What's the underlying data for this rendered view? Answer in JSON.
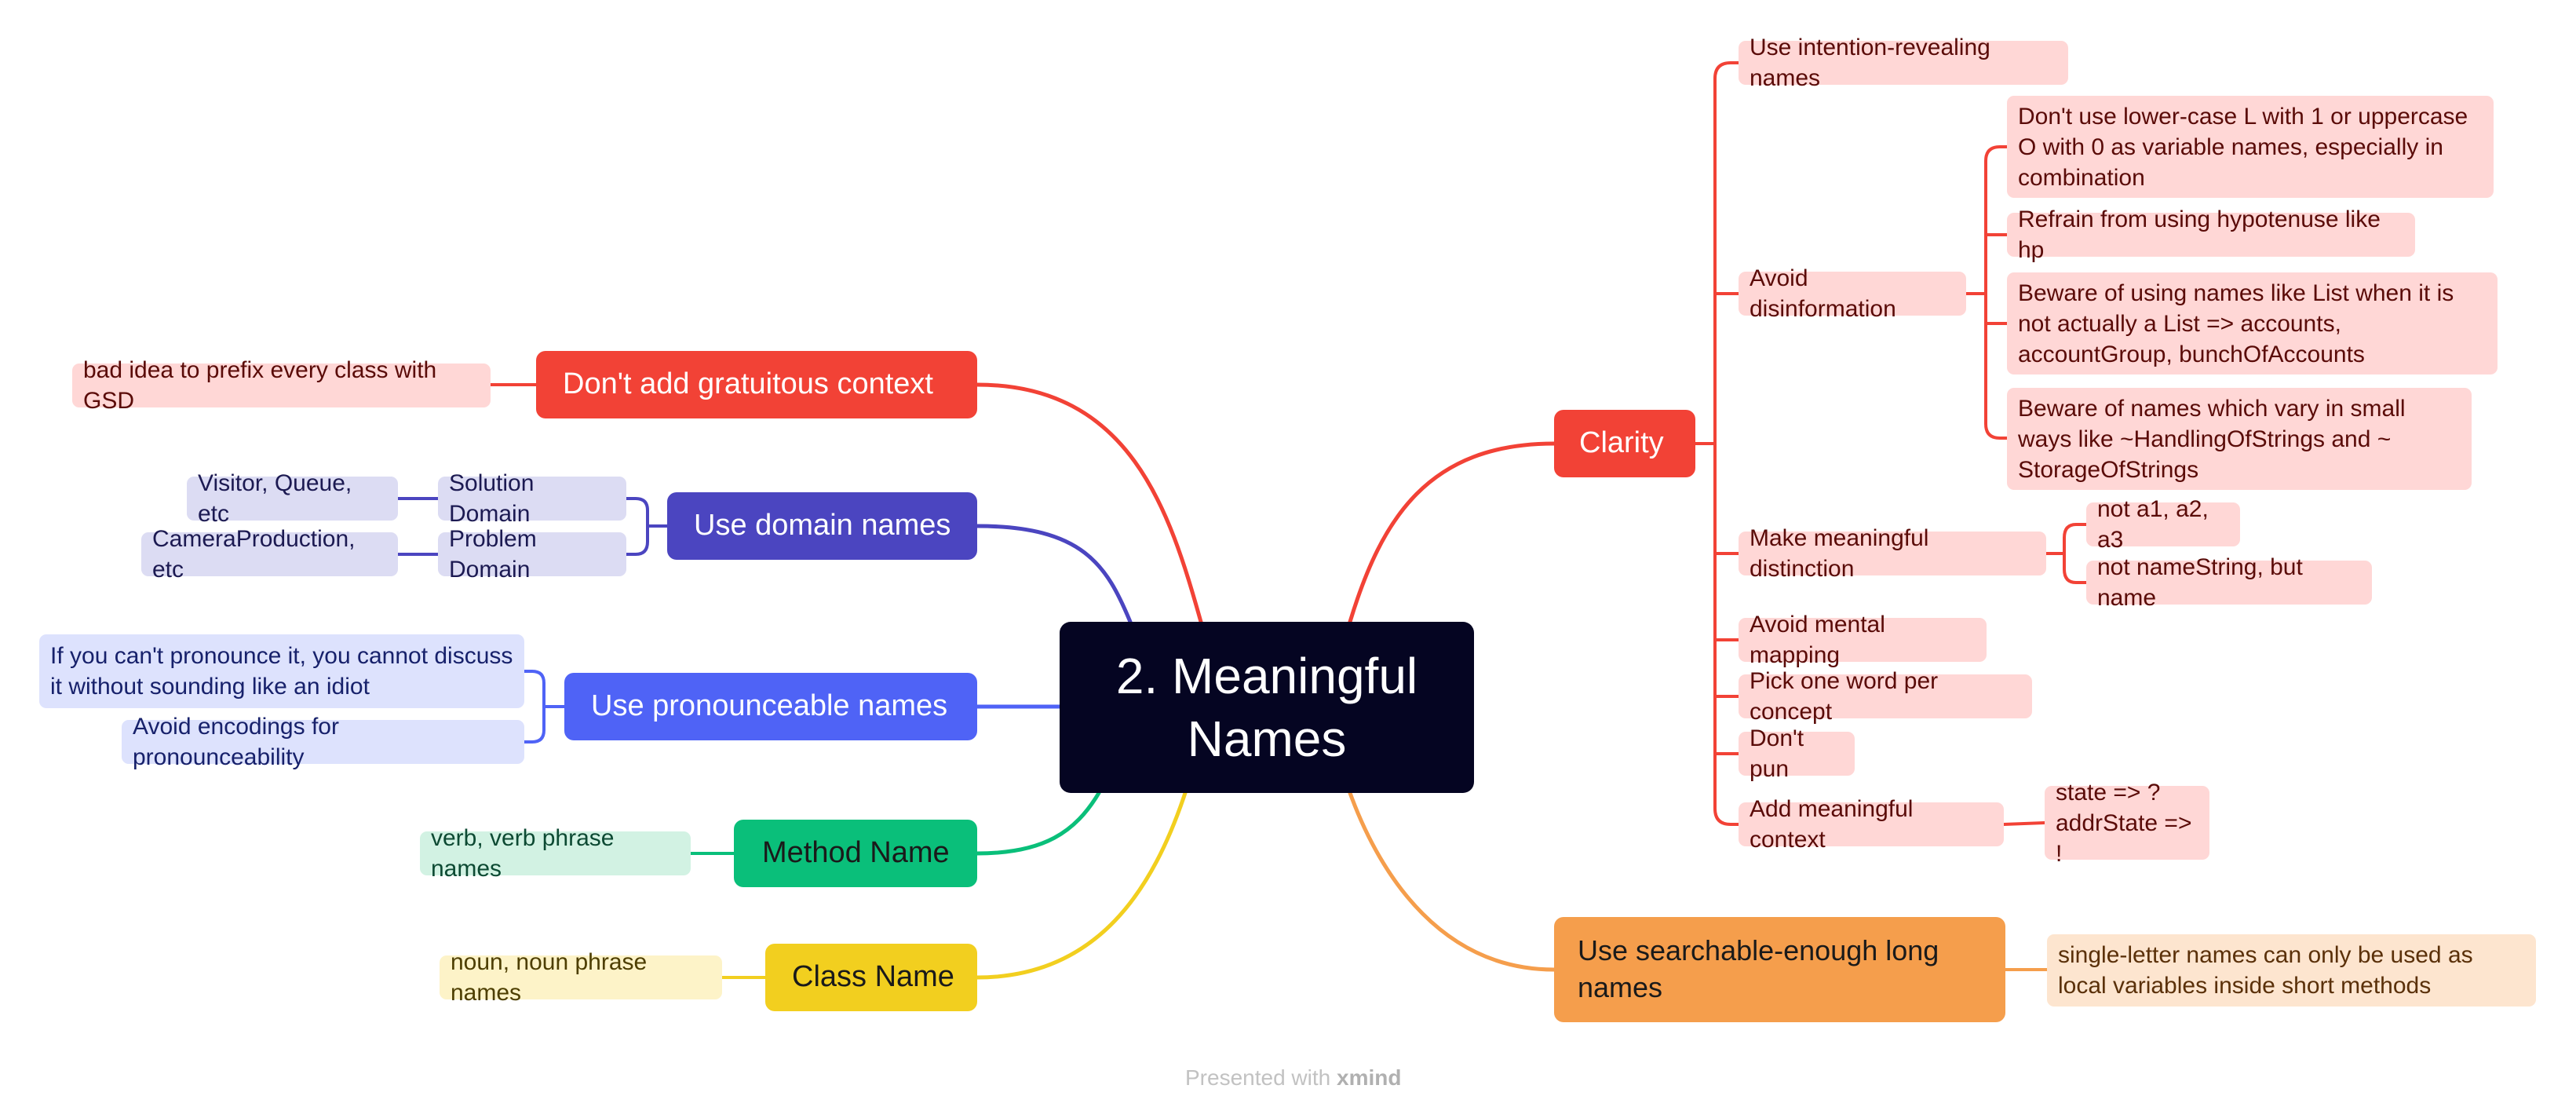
{
  "center": {
    "title": "2. Meaningful Names"
  },
  "branches": {
    "clarity": {
      "label": "Clarity",
      "items": {
        "intention": "Use intention-revealing names",
        "disinformation": {
          "label": "Avoid disinformation",
          "children": [
            "Don't use lower-case L with 1 or uppercase O with 0 as variable names, especially in combination",
            "Refrain from using hypotenuse like hp",
            "Beware of using names like List when it is not actually a List => accounts, accountGroup, bunchOfAccounts",
            "Beware of names which vary in small ways like ~HandlingOfStrings and ~ StorageOfStrings"
          ]
        },
        "distinction": {
          "label": "Make meaningful distinction",
          "children": [
            "not a1, a2, a3",
            "not nameString, but name"
          ]
        },
        "mental": "Avoid mental mapping",
        "one_word": "Pick one word per concept",
        "pun": "Don't pun",
        "context": {
          "label": "Add meaningful context",
          "child_line1": "state => ?",
          "child_line2": "addrState => !"
        }
      }
    },
    "searchable": {
      "label": "Use searchable-enough long names",
      "child": "single-letter names can only be used as local variables inside short methods"
    },
    "gratuitous": {
      "label": "Don't add gratuitous context",
      "child": "bad idea to prefix every class with GSD"
    },
    "domain": {
      "label": "Use domain names",
      "solution": {
        "label": "Solution Domain",
        "child": "Visitor, Queue, etc"
      },
      "problem": {
        "label": "Problem Domain",
        "child": "CameraProduction, etc"
      }
    },
    "pronounceable": {
      "label": "Use pronounceable names",
      "children": [
        "If you can't pronounce it, you cannot discuss it without sounding like an idiot",
        "Avoid encodings for pronounceability"
      ]
    },
    "method": {
      "label": "Method Name",
      "child": "verb, verb phrase names"
    },
    "class": {
      "label": "Class Name",
      "child": "noun, noun phrase names"
    }
  },
  "colors": {
    "red": "#f24236",
    "navy": "#4b45c0",
    "blue": "#4f63f6",
    "green": "#0abf7a",
    "yellow": "#f2cf1f",
    "orange": "#f59e4c",
    "center": "#050522"
  },
  "footer": {
    "prefix": "Presented with",
    "brand": "xmind"
  }
}
